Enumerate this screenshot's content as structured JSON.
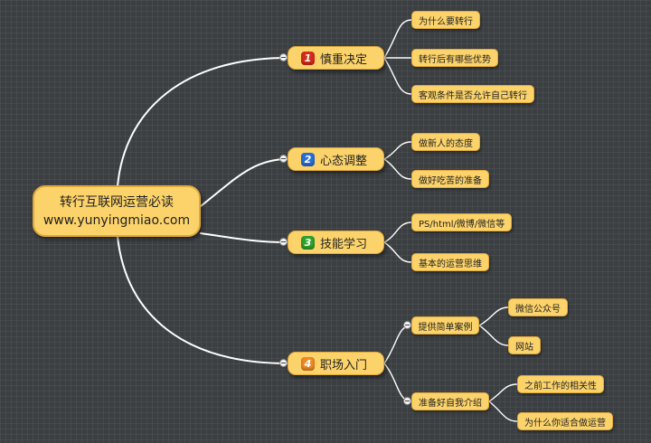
{
  "root": {
    "line1": "转行互联网运营必读",
    "line2": "www.yunyingmiao.com"
  },
  "branches": [
    {
      "number": "1",
      "badge_color": "#d62d1a",
      "label": "慎重决定",
      "children": [
        "为什么要转行",
        "转行后有哪些优势",
        "客观条件是否允许自己转行"
      ]
    },
    {
      "number": "2",
      "badge_color": "#2a6fd6",
      "label": "心态调整",
      "children": [
        "做新人的态度",
        "做好吃苦的准备"
      ]
    },
    {
      "number": "3",
      "badge_color": "#2fa22b",
      "label": "技能学习",
      "children": [
        "PS/html/微博/微信等",
        "基本的运营思维"
      ]
    },
    {
      "number": "4",
      "badge_color": "#f08a24",
      "label": "职场入门",
      "children": [
        {
          "label": "提供简单案例",
          "children": [
            "微信公众号",
            "网站"
          ]
        },
        {
          "label": "准备好自我介绍",
          "children": [
            "之前工作的相关性",
            "为什么你适合做运营"
          ]
        }
      ]
    }
  ]
}
